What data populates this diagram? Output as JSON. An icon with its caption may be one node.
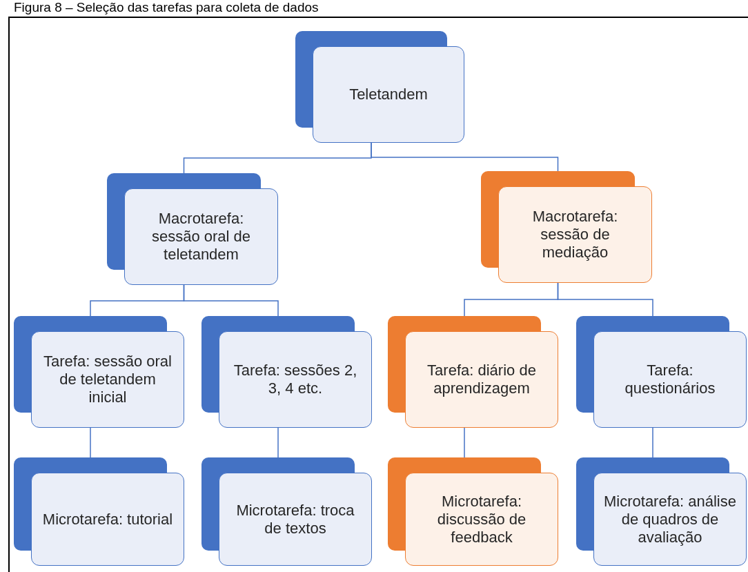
{
  "diagram": {
    "title": "Figura 8 – Seleção das tarefas para coleta de dados",
    "nodes": [
      {
        "text": [
          "Teletandem"
        ]
      },
      {
        "text": [
          "Macrotarefa: sessão oral de teletandem"
        ]
      },
      {
        "text": [
          "Macrotarefa: sessão de mediação"
        ]
      },
      {
        "text": [
          "Tarefa: sessão oral de teletandem inicial"
        ]
      },
      {
        "text": [
          "Tarefa: sessões 2, 3, 4 etc."
        ]
      },
      {
        "text": [
          "Tarefa: diário de aprendizagem"
        ]
      },
      {
        "text": [
          "Tarefa: questionários"
        ]
      },
      {
        "text": [
          "Microtarefa: tutorial"
        ]
      },
      {
        "text": [
          "Microtarefa: troca de textos"
        ]
      },
      {
        "text": [
          "Microtarefa: discussão de feedback"
        ]
      },
      {
        "text": [
          "Microtarefa: análise de quadros de avaliação"
        ]
      }
    ],
    "edges": [
      {
        "from": 0,
        "to": 1,
        "arrow": "none"
      },
      {
        "from": 0,
        "to": 2,
        "arrow": "none"
      },
      {
        "from": 1,
        "to": 3,
        "arrow": "none"
      },
      {
        "from": 1,
        "to": 4,
        "arrow": "none"
      },
      {
        "from": 2,
        "to": 5,
        "arrow": "none"
      },
      {
        "from": 2,
        "to": 6,
        "arrow": "none"
      },
      {
        "from": 3,
        "to": 7,
        "arrow": "none"
      },
      {
        "from": 4,
        "to": 8,
        "arrow": "none"
      },
      {
        "from": 5,
        "to": 9,
        "arrow": "none"
      },
      {
        "from": 6,
        "to": 10,
        "arrow": "none"
      }
    ]
  }
}
